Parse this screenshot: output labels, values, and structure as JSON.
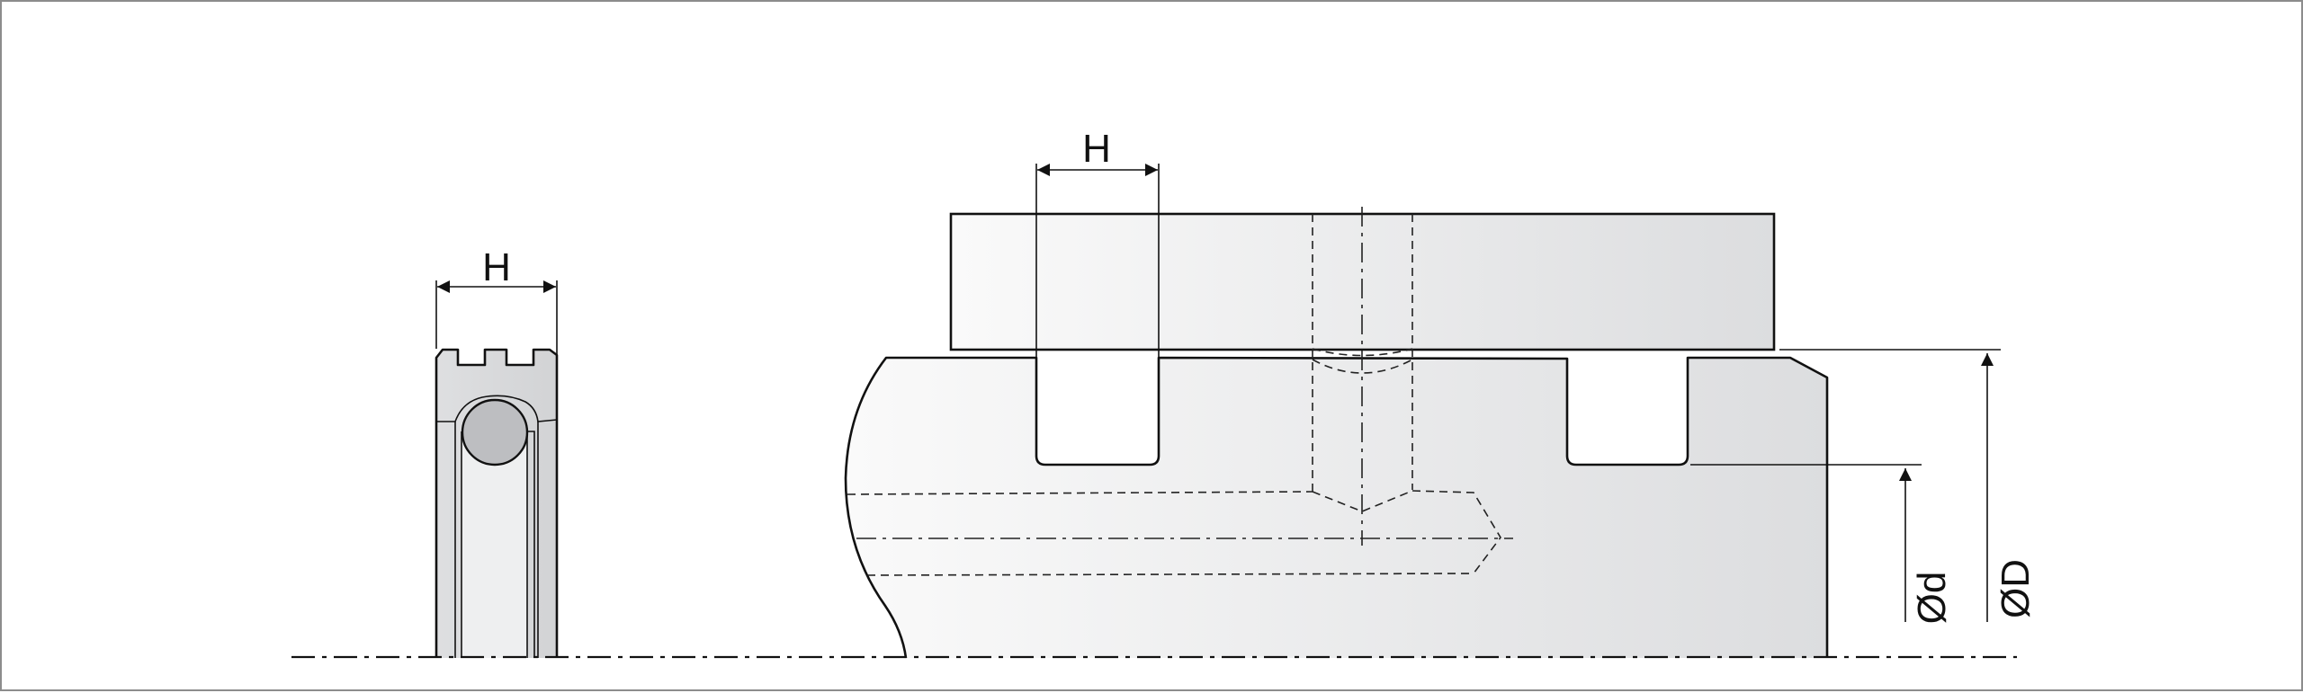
{
  "labels": {
    "width_section": "H",
    "width_groove": "H",
    "inner_diameter": "Ød",
    "outer_diameter": "ØD"
  },
  "colors": {
    "line": "#111111",
    "fill_light": "#fafafa",
    "fill_dark": "#dcdddf",
    "oring_fill": "#bdbec1",
    "frame": "#8c8c8c"
  }
}
